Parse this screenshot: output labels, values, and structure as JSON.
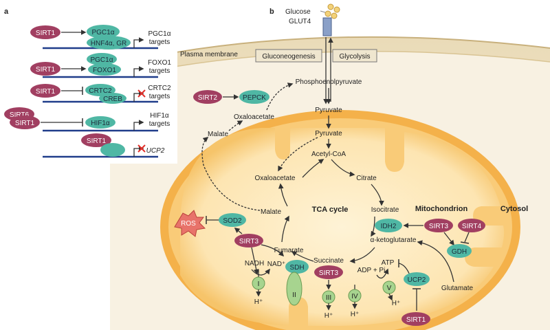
{
  "panel_a": {
    "letter": "a",
    "rows": [
      {
        "sirt": "SIRT1",
        "factors": [
          "PGC1α",
          "HNF4α, GR"
        ],
        "target": [
          "PGC1α",
          "targets"
        ]
      },
      {
        "sirt": "SIRT1",
        "factors": [
          "PGC1α",
          "FOXO1"
        ],
        "target": [
          "FOXO1",
          "targets"
        ]
      },
      {
        "sirt": "SIRT1",
        "factors": [
          "CRTC2",
          "CREB"
        ],
        "target": [
          "CRTC2",
          "targets"
        ]
      },
      {
        "sirt": [
          "SIRT6",
          "SIRT1"
        ],
        "factors": [
          "HIF1α"
        ],
        "target": [
          "HIF1α",
          "targets"
        ]
      },
      {
        "sirt": "SIRT1",
        "factors": [],
        "target": [
          "UCP2"
        ]
      }
    ]
  },
  "panel_b": {
    "letter": "b",
    "glucose": "Glucose",
    "glut4": "GLUT4",
    "plasma_membrane": "Plasma membrane",
    "gluconeogenesis": "Gluconeogenesis",
    "glycolysis": "Glycolysis",
    "sirt2": "SIRT2",
    "pepck": "PEPCK",
    "pep": "Phosphoenolpyruvate",
    "oxaloacetate_cyto": "Oxaloacetate",
    "malate_cyto": "Malate",
    "pyruvate_cyto": "Pyruvate",
    "pyruvate_mito": "Pyruvate",
    "acetyl_coa": "Acetyl-CoA",
    "oxaloacetate_mito": "Oxaloacetate",
    "citrate": "Citrate",
    "malate_mito": "Malate",
    "tca": "TCA cycle",
    "isocitrate": "Isocitrate",
    "mitochondrion": "Mitochondrion",
    "cytosol": "Cytosol",
    "ros": "ROS",
    "sod2": "SOD2",
    "idh2": "IDH2",
    "sirt3_a": "SIRT3",
    "sirt3_b": "SIRT3",
    "sirt3_c": "SIRT3",
    "sirt4": "SIRT4",
    "fumarate": "Fumarate",
    "akg": "α-ketoglutarate",
    "gdh": "GDH",
    "nadh": "NADH",
    "nad": "NAD⁺",
    "succinate": "Succinate",
    "sdh": "SDH",
    "adp": "ADP + Pi",
    "atp": "ATP",
    "ucp2": "UCP2",
    "glutamate": "Glutamate",
    "sirt1": "SIRT1",
    "complex_I": "I",
    "complex_II": "II",
    "complex_III": "III",
    "complex_IV": "IV",
    "complex_V": "V",
    "hplus": "H⁺"
  },
  "colors": {
    "sirt": "#a13f61",
    "factor": "#4fb7a4",
    "complex": "#a7d48f",
    "membrane": "#e8d6b0",
    "mito_outer": "#f4b14a",
    "mito_inner": "#fde8bd"
  }
}
